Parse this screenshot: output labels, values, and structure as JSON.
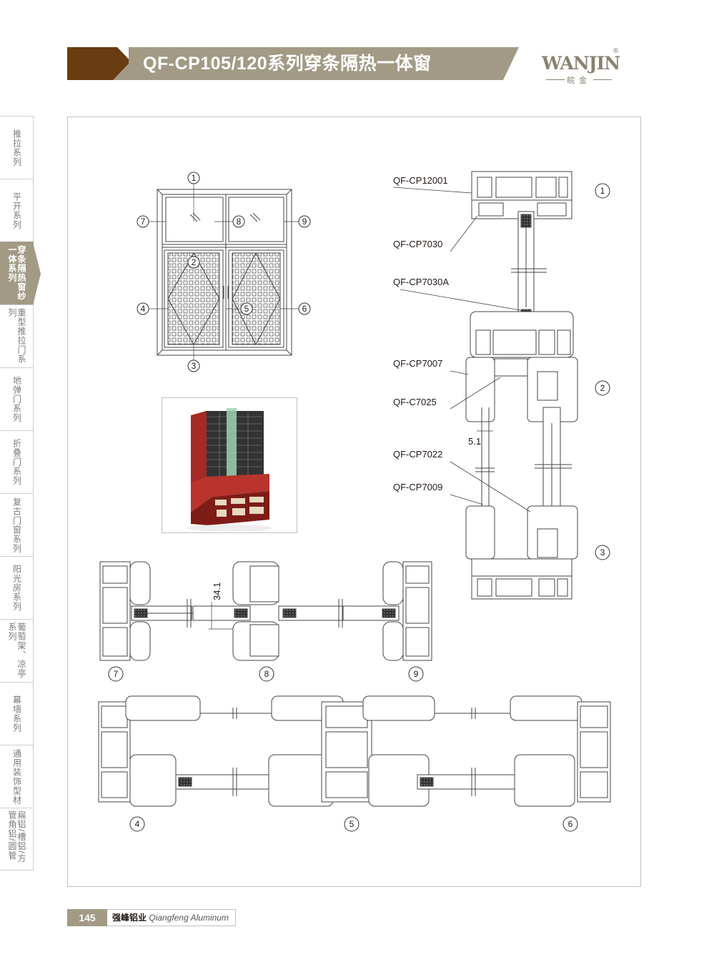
{
  "header": {
    "title": "QF-CP105/120系列穿条隔热一体窗",
    "logo": "WANJIN",
    "logo_registered": "®",
    "logo_cn": "皖金"
  },
  "sidebar": {
    "items": [
      {
        "label": "推拉系列",
        "active": false
      },
      {
        "label": "平开系列",
        "active": false
      },
      {
        "label": "穿条隔热窗纱一体系列",
        "active": true
      },
      {
        "label": "重型推拉门系列",
        "active": false
      },
      {
        "label": "地弹门系列",
        "active": false
      },
      {
        "label": "折叠门系列",
        "active": false
      },
      {
        "label": "复古门窗系列",
        "active": false
      },
      {
        "label": "阳光房系列",
        "active": false
      },
      {
        "label": "葡萄架、凉亭系列",
        "active": false
      },
      {
        "label": "幕墙系列",
        "active": false
      },
      {
        "label": "通用装饰型材",
        "active": false
      },
      {
        "label": "扁铝/槽铝/方管角铝/圆管",
        "active": false
      }
    ]
  },
  "elevation": {
    "markers": [
      "1",
      "2",
      "3",
      "4",
      "5",
      "6",
      "7",
      "8",
      "9"
    ]
  },
  "section_labels": {
    "p1": "QF-CP12001",
    "p2": "QF-CP7030",
    "p3": "QF-CP7030A",
    "p4": "QF-CP7007",
    "p5": "QF-C7025",
    "p6": "QF-CP7022",
    "p7": "QF-CP7009",
    "dim_51": "5.1",
    "dim_341": "34.1"
  },
  "footer": {
    "page": "145",
    "company_cn": "强峰铝业",
    "company_en": "Qiangfeng Aluminum"
  },
  "colors": {
    "brown": "#6b3b12",
    "khaki": "#a29a85",
    "profile_red": "#a52a24"
  }
}
